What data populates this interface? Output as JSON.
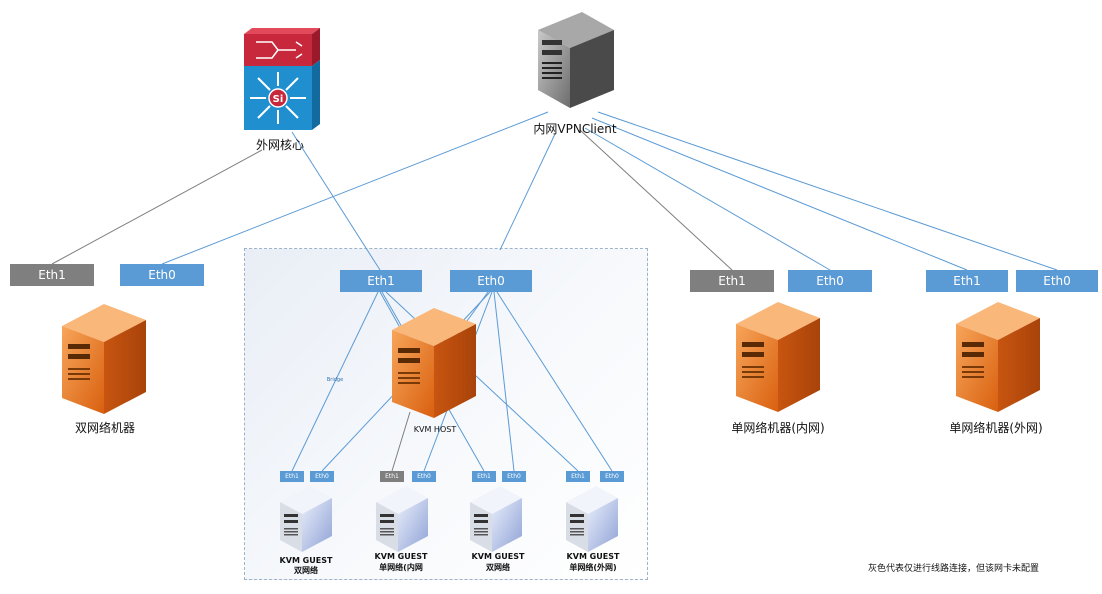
{
  "devices": {
    "core_switch": {
      "label": "外网核心"
    },
    "vpn_client": {
      "label": "内网VPNClient"
    },
    "dual_machine": {
      "label": "双网络机器"
    },
    "kvm_host": {
      "label": "KVM HOST"
    },
    "single_internal": {
      "label": "单网络机器(内网)"
    },
    "single_external": {
      "label": "单网络机器(外网)"
    }
  },
  "nics": {
    "dual_eth1": "Eth1",
    "dual_eth0": "Eth0",
    "kvm_eth1": "Eth1",
    "kvm_eth0": "Eth0",
    "inner_eth1": "Eth1",
    "inner_eth0": "Eth0",
    "outer_eth1": "Eth1",
    "outer_eth0": "Eth0"
  },
  "guests": [
    {
      "title": "KVM GUEST",
      "sub": "双网络",
      "eth1": "Eth1",
      "eth0": "Eth0",
      "eth1_state": "active"
    },
    {
      "title": "KVM GUEST",
      "sub": "单网络(内网",
      "eth1": "Eth1",
      "eth0": "Eth0",
      "eth1_state": "inactive"
    },
    {
      "title": "KVM GUEST",
      "sub": "双网络",
      "eth1": "Eth1",
      "eth0": "Eth0",
      "eth1_state": "active"
    },
    {
      "title": "KVM GUEST",
      "sub": "单网络(外网)",
      "eth1": "Eth1",
      "eth0": "Eth0",
      "eth1_state": "active"
    }
  ],
  "bridge_label": "Bridge",
  "note": "灰色代表仅进行线路连接，但该网卡未配置",
  "colors": {
    "nic_active": "#5b9bd5",
    "nic_inactive": "#7f7f7f",
    "link_active": "#5b9bd5",
    "link_inactive": "#7f7f7f",
    "server_orange": "#e8731a",
    "switch_red": "#c8283c",
    "switch_blue": "#1f8fd0"
  }
}
